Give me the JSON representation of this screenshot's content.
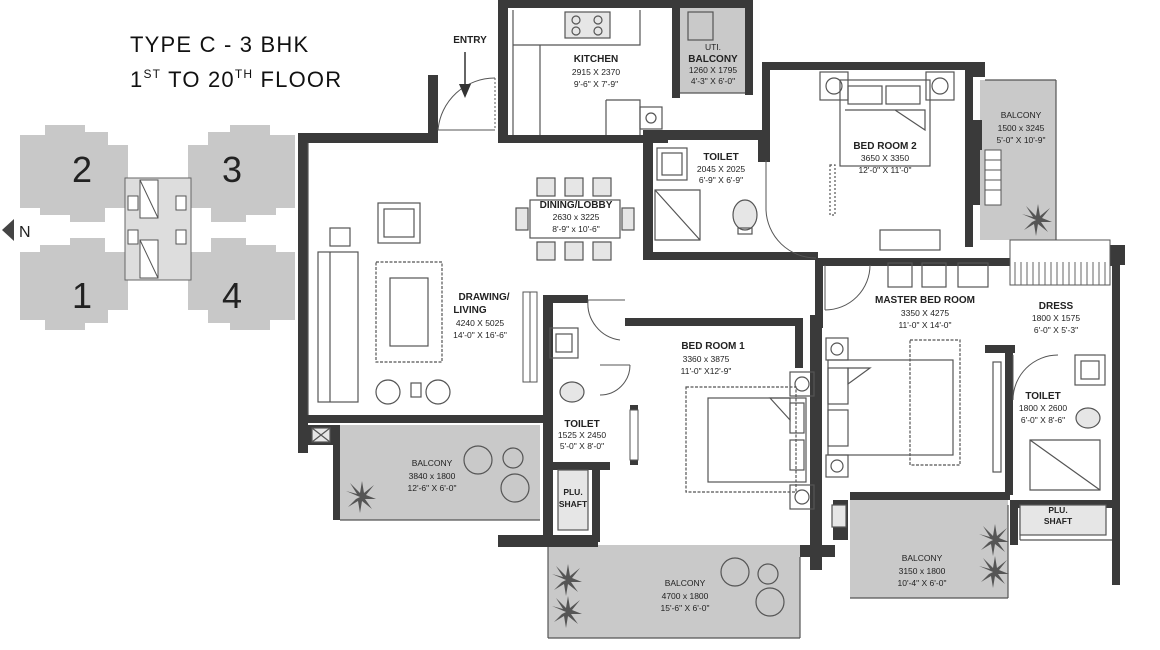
{
  "title": {
    "line1": "TYPE C - 3 BHK",
    "line2_a": "1",
    "line2_sup1": "ST",
    "line2_b": " TO 20",
    "line2_sup2": "TH",
    "line2_c": " FLOOR"
  },
  "key_plan": {
    "units": [
      "1",
      "2",
      "3",
      "4"
    ],
    "north": "N"
  },
  "entry": "ENTRY",
  "rooms": {
    "kitchen": {
      "name": "KITCHEN",
      "dim1": "2915 X 2370",
      "dim2": "9'-6\" X 7'-9\""
    },
    "uti_balcony": {
      "name1": "UTI.",
      "name2": "BALCONY",
      "dim1": "1260 X 1795",
      "dim2": "4'-3\" X 6'-0\""
    },
    "toilet_top": {
      "name": "TOILET",
      "dim1": "2045 X 2025",
      "dim2": "6'-9\" X 6'-9\""
    },
    "bedroom2": {
      "name": "BED ROOM 2",
      "dim1": "3650 X 3350",
      "dim2": "12'-0\" X 11'-0\""
    },
    "balcony_br2": {
      "name": "BALCONY",
      "dim1": "1500 x 3245",
      "dim2": "5'-0\" X 10'-9\""
    },
    "dining": {
      "name": "DINING/LOBBY",
      "dim1": "2630 x 3225",
      "dim2": "8'-9\" x 10'-6\""
    },
    "drawing": {
      "name1": "DRAWING/",
      "name2": "LIVING",
      "dim1": "4240 X 5025",
      "dim2": "14'-0\" X 16'-6\""
    },
    "bedroom1": {
      "name": "BED ROOM 1",
      "dim1": "3360 x 3875",
      "dim2": "11'-0\" X12'-9\""
    },
    "master": {
      "name": "MASTER BED ROOM",
      "dim1": "3350 X 4275",
      "dim2": "11'-0\" X 14'-0\""
    },
    "dress": {
      "name": "DRESS",
      "dim1": "1800 X 1575",
      "dim2": "6'-0\" X 5'-3\""
    },
    "toilet_master": {
      "name": "TOILET",
      "dim1": "1800 X 2600",
      "dim2": "6'-0\" X 8'-6\""
    },
    "toilet_br1": {
      "name": "TOILET",
      "dim1": "1525 X 2450",
      "dim2": "5'-0\" X 8'-0\""
    },
    "balcony_living": {
      "name": "BALCONY",
      "dim1": "3840 x 1800",
      "dim2": "12'-6\" X 6'-0\""
    },
    "balcony_br1": {
      "name": "BALCONY",
      "dim1": "4700 x 1800",
      "dim2": "15'-6\" X 6'-0\""
    },
    "balcony_master": {
      "name": "BALCONY",
      "dim1": "3150 x 1800",
      "dim2": "10'-4\" X 6'-0\""
    },
    "plu_shaft_left": {
      "name1": "PLU.",
      "name2": "SHAFT"
    },
    "plu_shaft_right": {
      "name1": "PLU.",
      "name2": "SHAFT"
    }
  }
}
